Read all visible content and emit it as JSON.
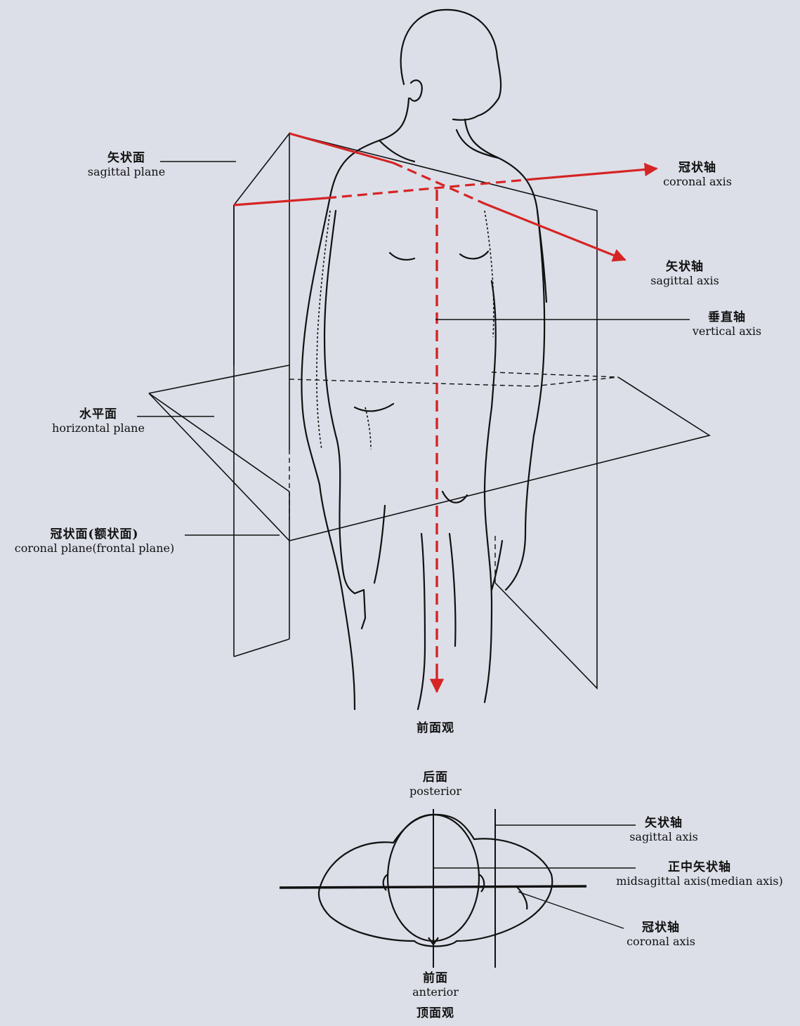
{
  "figure": {
    "front_view": {
      "caption": "前面观",
      "labels": {
        "sagittal_plane": {
          "cn": "矢状面",
          "en": "sagittal plane"
        },
        "horizontal_plane": {
          "cn": "水平面",
          "en": "horizontal plane"
        },
        "coronal_plane": {
          "cn": "冠状面(额状面)",
          "en": "coronal plane(frontal plane)"
        },
        "coronal_axis": {
          "cn": "冠状轴",
          "en": "coronal axis"
        },
        "sagittal_axis": {
          "cn": "矢状轴",
          "en": "sagittal axis"
        },
        "vertical_axis": {
          "cn": "垂直轴",
          "en": "vertical axis"
        }
      }
    },
    "top_view": {
      "caption": "顶面观",
      "posterior": {
        "cn": "后面",
        "en": "posterior"
      },
      "anterior": {
        "cn": "前面",
        "en": "anterior"
      },
      "labels": {
        "sagittal_axis": {
          "cn": "矢状轴",
          "en": "sagittal axis"
        },
        "midsagittal_axis": {
          "cn": "正中矢状轴",
          "en": "midsagittal axis(median axis)"
        },
        "coronal_axis": {
          "cn": "冠状轴",
          "en": "coronal axis"
        }
      }
    },
    "colors": {
      "axis_red": "#d62424",
      "line": "#111111",
      "paper": "#dcdfe8"
    }
  }
}
